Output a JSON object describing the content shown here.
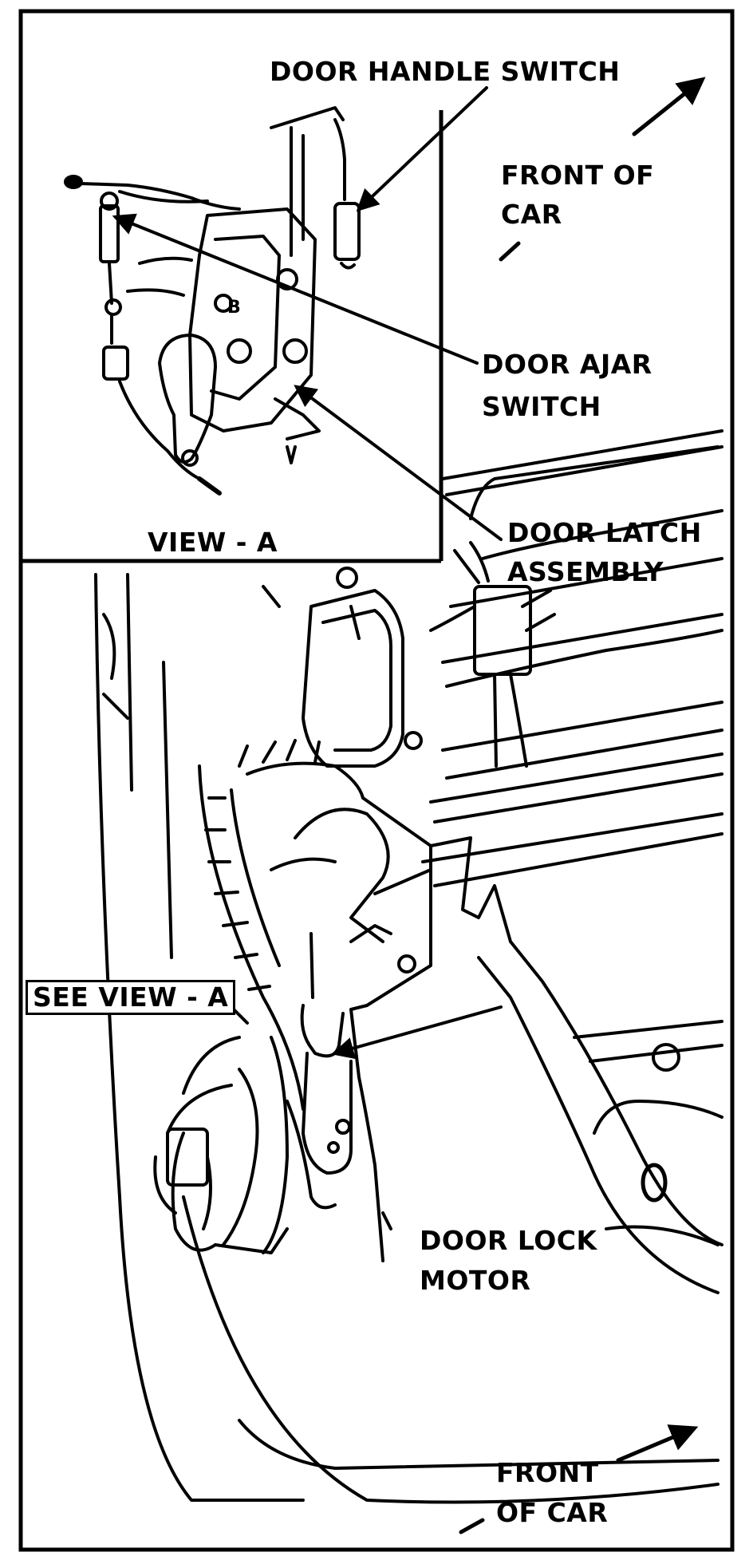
{
  "labels": {
    "door_handle_switch": "DOOR HANDLE SWITCH",
    "front_of_car_top_1": "FRONT OF",
    "front_of_car_top_2": "CAR",
    "door_ajar_switch_1": "DOOR AJAR",
    "door_ajar_switch_2": "SWITCH",
    "door_latch_assembly_1": "DOOR LATCH",
    "door_latch_assembly_2": "ASSEMBLY",
    "view_a": "VIEW - A",
    "see_view_a": "SEE VIEW - A",
    "door_lock_motor_1": "DOOR LOCK",
    "door_lock_motor_2": "MOTOR",
    "front_of_car_bottom_1": "FRONT",
    "front_of_car_bottom_2": "OF CAR"
  },
  "colors": {
    "ink": "#000000",
    "paper": "#ffffff"
  }
}
